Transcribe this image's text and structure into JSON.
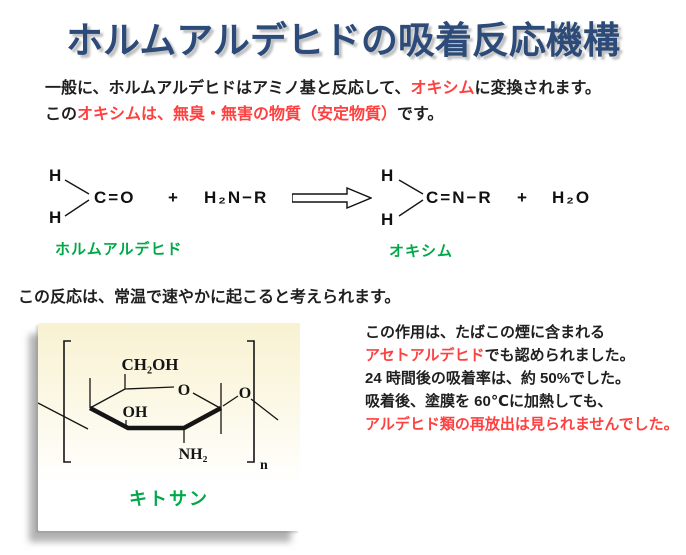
{
  "title": "ホルムアルデヒドの吸着反応機構",
  "colors": {
    "title_navy": "#2c4b78",
    "accent_red": "#ff4040",
    "label_green": "#00a84a",
    "text_black": "#1f1f1f"
  },
  "icons": {
    "reaction_arrow": "block-arrow-right"
  },
  "intro": {
    "line1_pre": "一般に、ホルムアルデヒドはアミノ基と反応して、",
    "line1_highlight": "オキシム",
    "line1_post": "に変換されます。",
    "line2_pre": "この",
    "line2_highlight": "オキシムは、無臭・無害の物質（安定物質）",
    "line2_post": "です。"
  },
  "reaction": {
    "formaldehyde": {
      "h_top": "H",
      "h_bottom": "H",
      "carbonyl": "C=O",
      "plus": "+",
      "amine": "H₂N−R",
      "label": "ホルムアルデヒド"
    },
    "oxime": {
      "h_top": "H",
      "h_bottom": "H",
      "imine": "C=N−R",
      "plus": "+",
      "water": "H₂O",
      "label": "オキシム"
    }
  },
  "note": "この反応は、常温で速やかに起こると考えられます。",
  "figure": {
    "ch2oh": "CH₂OH",
    "ring_o": "O",
    "oh": "OH",
    "glycosidic_o": "O",
    "nh2": "NH₂",
    "repeat_n": "n",
    "caption": "キトサン"
  },
  "details": {
    "line1": "この作用は、たばこの煙に含まれる",
    "line2_highlight": "アセトアルデヒド",
    "line2_rest": "でも認められました。",
    "line3": "24 時間後の吸着率は、約 50%でした。",
    "line4": "吸着後、塗膜を 60℃に加熱しても、",
    "line5": "アルデヒド類の再放出は見られませんでした。"
  }
}
